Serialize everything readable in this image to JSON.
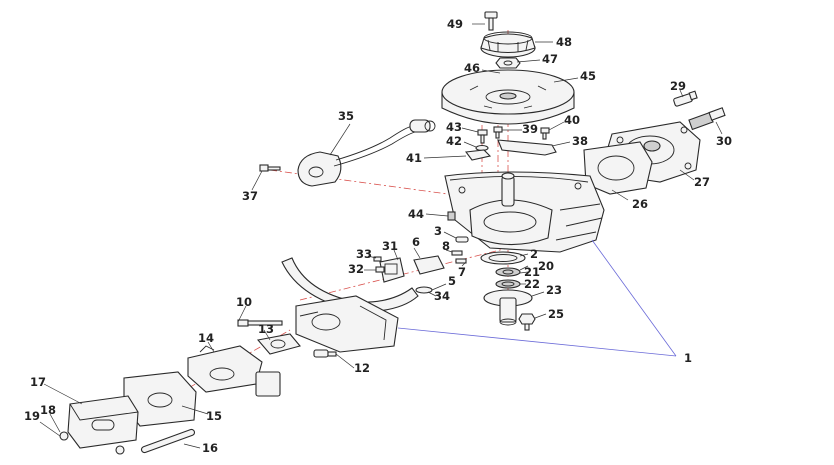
{
  "diagram": {
    "type": "exploded-parts-view",
    "labels": [
      "49",
      "48",
      "47",
      "46",
      "45",
      "29",
      "43",
      "39",
      "40",
      "42",
      "38",
      "30",
      "41",
      "35",
      "27",
      "37",
      "26",
      "44",
      "3",
      "31",
      "6",
      "8",
      "2",
      "33",
      "32",
      "7",
      "20",
      "21",
      "5",
      "34",
      "22",
      "23",
      "10",
      "13",
      "25",
      "14",
      "12",
      "1",
      "17",
      "18",
      "15",
      "19",
      "16"
    ]
  }
}
